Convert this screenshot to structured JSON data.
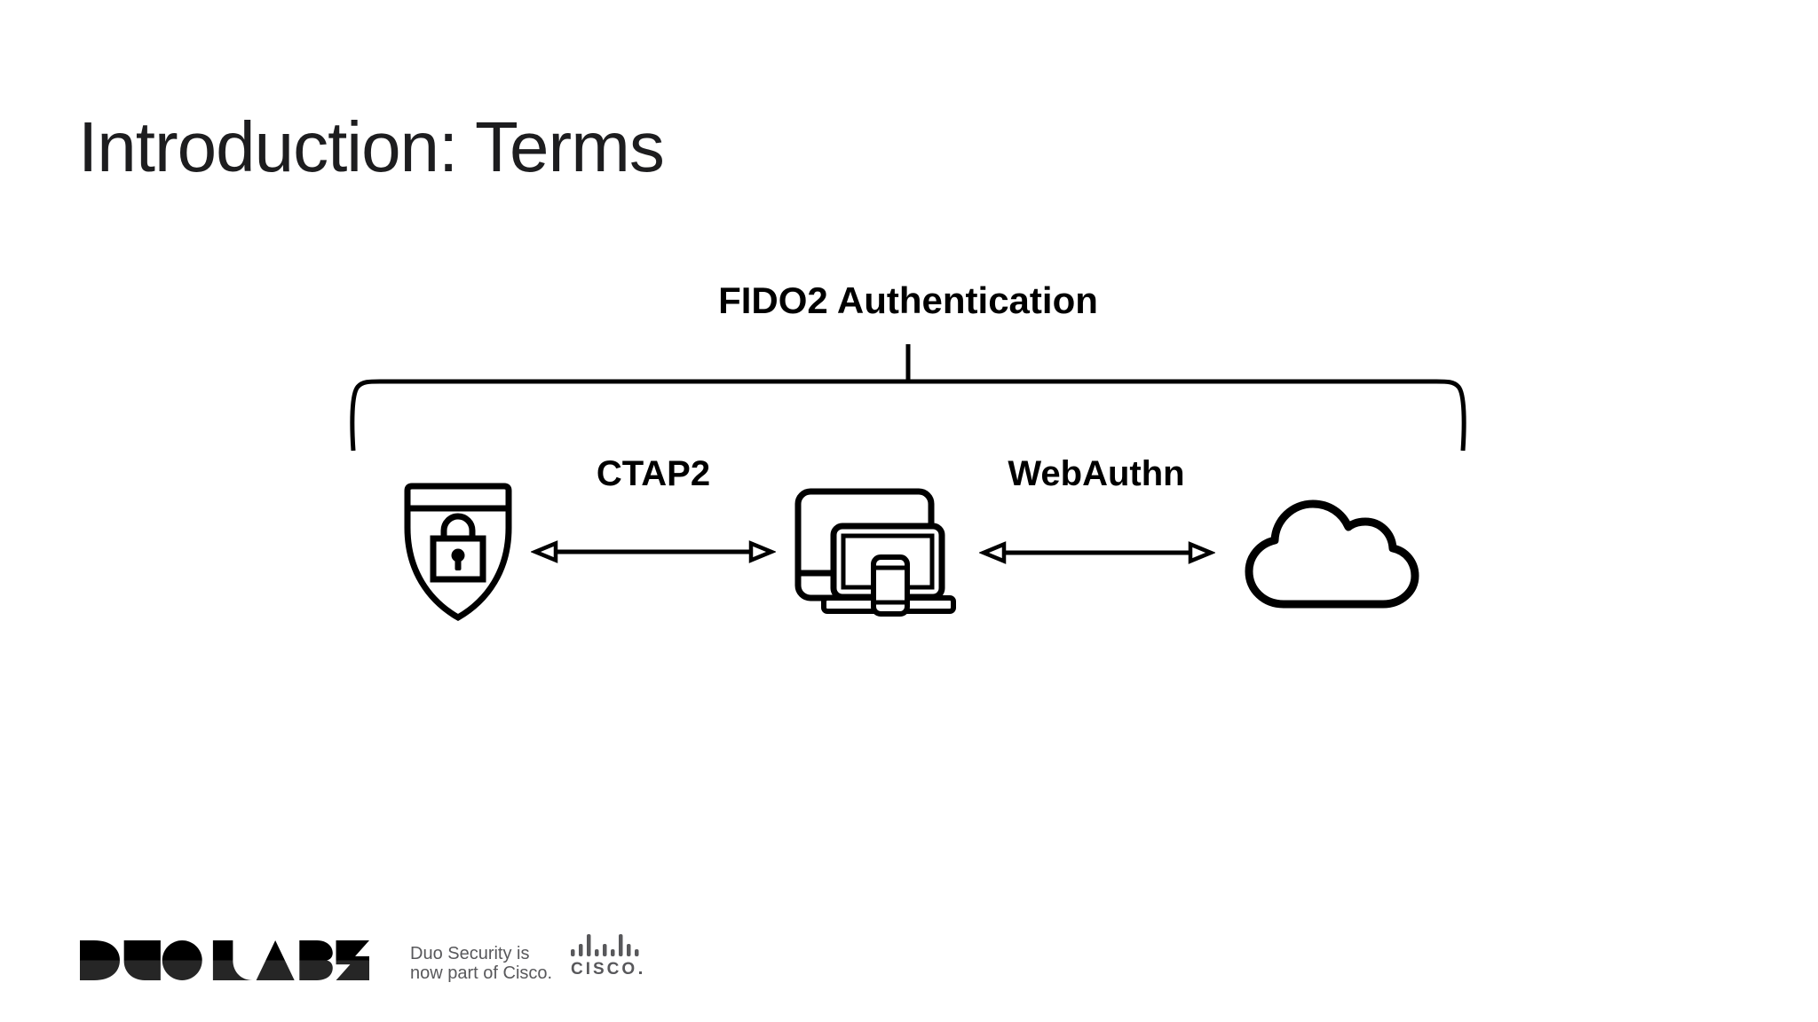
{
  "slide": {
    "title": "Introduction: Terms"
  },
  "diagram": {
    "heading": "FIDO2 Authentication",
    "links": [
      {
        "label": "CTAP2",
        "from": "authenticator",
        "to": "client-device",
        "style": "double-arrow"
      },
      {
        "label": "WebAuthn",
        "from": "client-device",
        "to": "relying-party",
        "style": "double-arrow"
      }
    ],
    "nodes": [
      {
        "name": "authenticator",
        "icon": "shield-lock-icon"
      },
      {
        "name": "client-device",
        "icon": "devices-icon"
      },
      {
        "name": "relying-party",
        "icon": "cloud-icon"
      }
    ]
  },
  "footer": {
    "duo_labs_logo": "DUO LABS",
    "tagline": [
      "Duo Security is",
      "now part of Cisco."
    ],
    "cisco_logo": "CISCO"
  },
  "colors": {
    "background": "#ffffff",
    "ink": "#000000",
    "title": "#1d1d1f",
    "muted_gray": "#58585b"
  }
}
